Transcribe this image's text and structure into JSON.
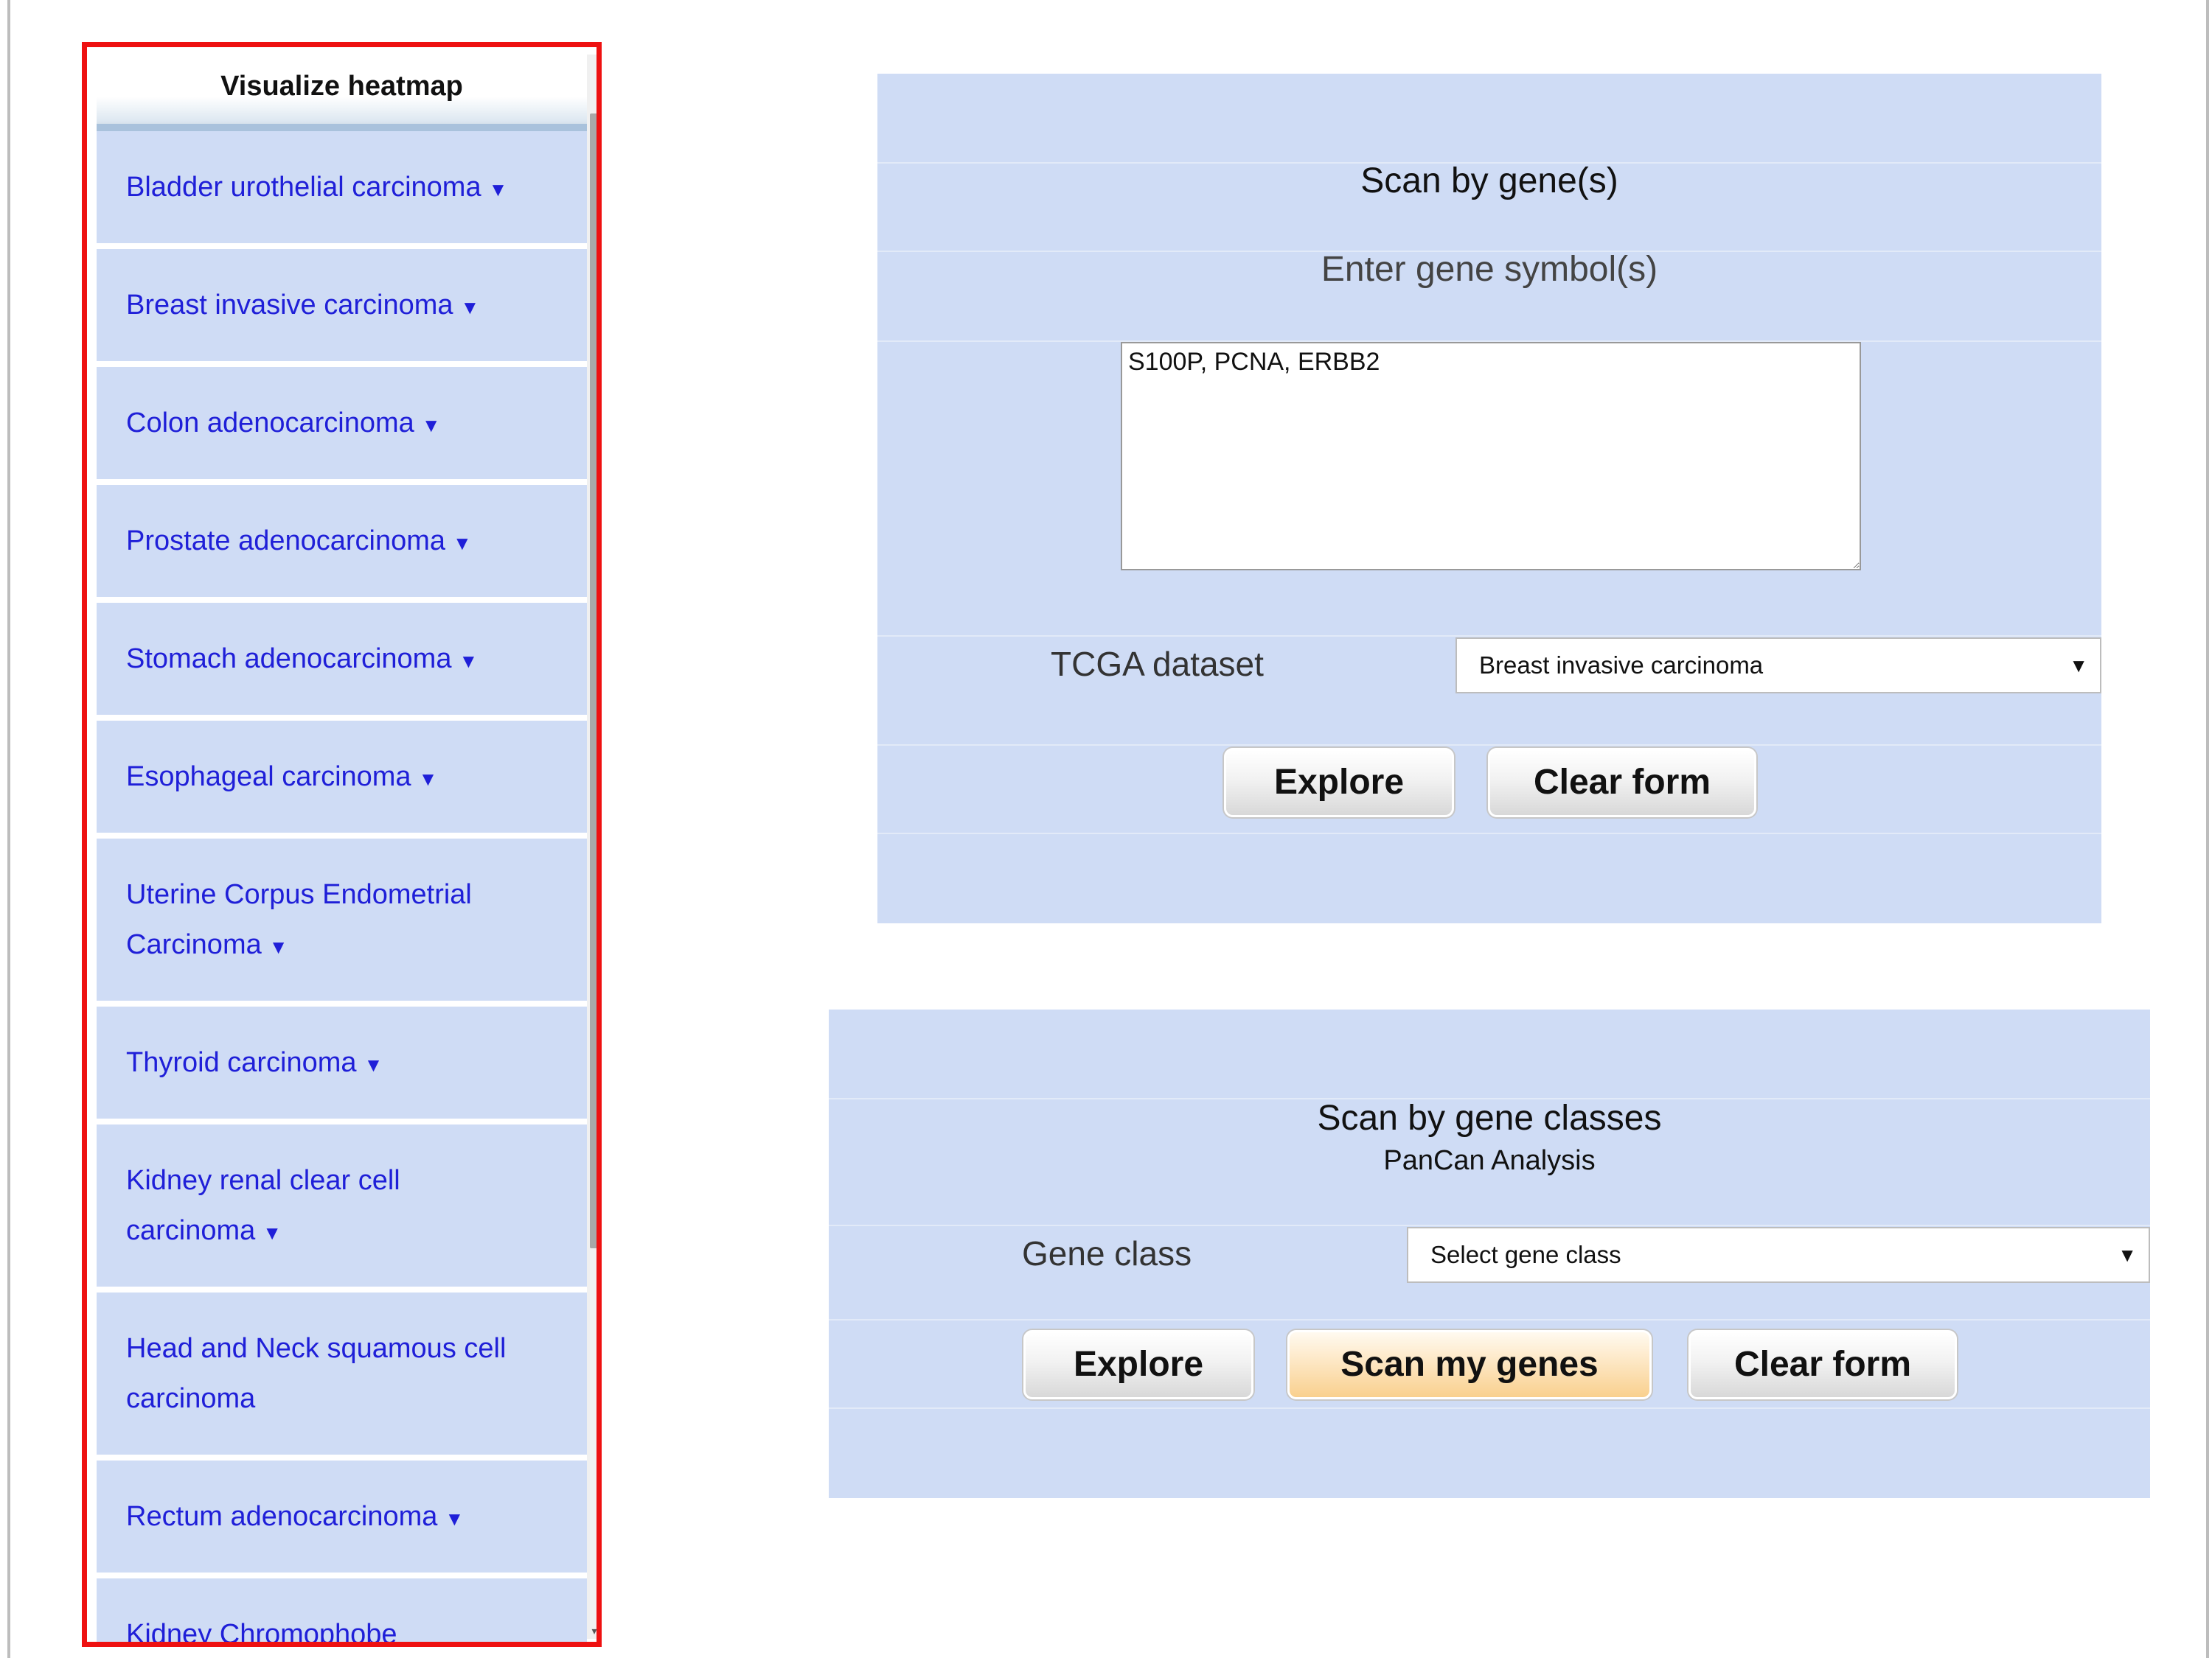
{
  "sidebar": {
    "header": "Visualize heatmap",
    "items": [
      {
        "label": "Bladder urothelial carcinoma",
        "arrow": "▼"
      },
      {
        "label": "Breast invasive carcinoma",
        "arrow": "▼"
      },
      {
        "label": "Colon adenocarcinoma",
        "arrow": "▼"
      },
      {
        "label": "Prostate adenocarcinoma",
        "arrow": "▼"
      },
      {
        "label": "Stomach adenocarcinoma",
        "arrow": "▼"
      },
      {
        "label": "Esophageal carcinoma",
        "arrow": "▼"
      },
      {
        "label": "Uterine Corpus Endometrial Carcinoma",
        "arrow": "▼"
      },
      {
        "label": "Thyroid carcinoma",
        "arrow": "▼"
      },
      {
        "label": "Kidney renal clear cell carcinoma",
        "arrow": "▼"
      },
      {
        "label": "Head and Neck squamous cell carcinoma",
        "arrow": ""
      },
      {
        "label": "Rectum adenocarcinoma",
        "arrow": "▼"
      },
      {
        "label": "Kidney Chromophobe",
        "arrow": ""
      }
    ]
  },
  "scan_genes": {
    "title": "Scan by gene(s)",
    "subtitle": "Enter gene symbol(s)",
    "gene_input_value": "S100P, PCNA, ERBB2",
    "dataset_label": "TCGA dataset",
    "dataset_selected": "Breast invasive carcinoma",
    "explore_label": "Explore",
    "clear_label": "Clear form"
  },
  "scan_classes": {
    "title": "Scan by gene classes",
    "subtitle": "PanCan Analysis",
    "class_label": "Gene class",
    "class_selected": "Select gene class",
    "explore_label": "Explore",
    "scan_label": "Scan my genes",
    "clear_label": "Clear form"
  },
  "icons": {
    "dropdown_caret": "▼"
  }
}
